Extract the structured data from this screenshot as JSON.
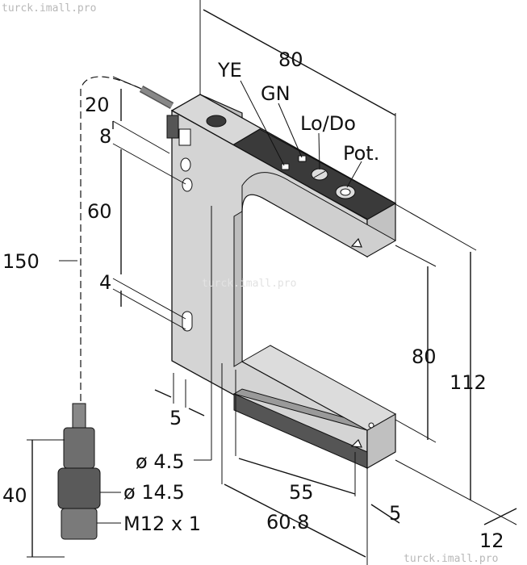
{
  "watermarks": {
    "top_left": "turck.imall.pro",
    "center": "turck.imall.pro",
    "bottom_right": "turck.imall.pro"
  },
  "labels": {
    "ye": "YE",
    "gn": "GN",
    "lo_do": "Lo/Do",
    "pot": "Pot."
  },
  "dimensions": {
    "width_top": "80",
    "offset_20": "20",
    "offset_8": "8",
    "hole_spacing_60": "60",
    "offset_4": "4",
    "cable_150": "150",
    "gap_80": "80",
    "height_112": "112",
    "thickness_5_left": "5",
    "hole_dia": "ø 4.5",
    "depth_55": "55",
    "depth_60_8": "60.8",
    "thickness_5_right": "5",
    "width_12": "12",
    "connector_length": "40",
    "connector_dia": "ø 14.5",
    "thread": "M12 x 1"
  },
  "colors": {
    "body_gray": "#d6d6d6",
    "body_shade": "#c2c2c2",
    "inner_gap": "#ffffff",
    "label_strip": "#3a3a3a",
    "connector": "#6e6e6e"
  }
}
